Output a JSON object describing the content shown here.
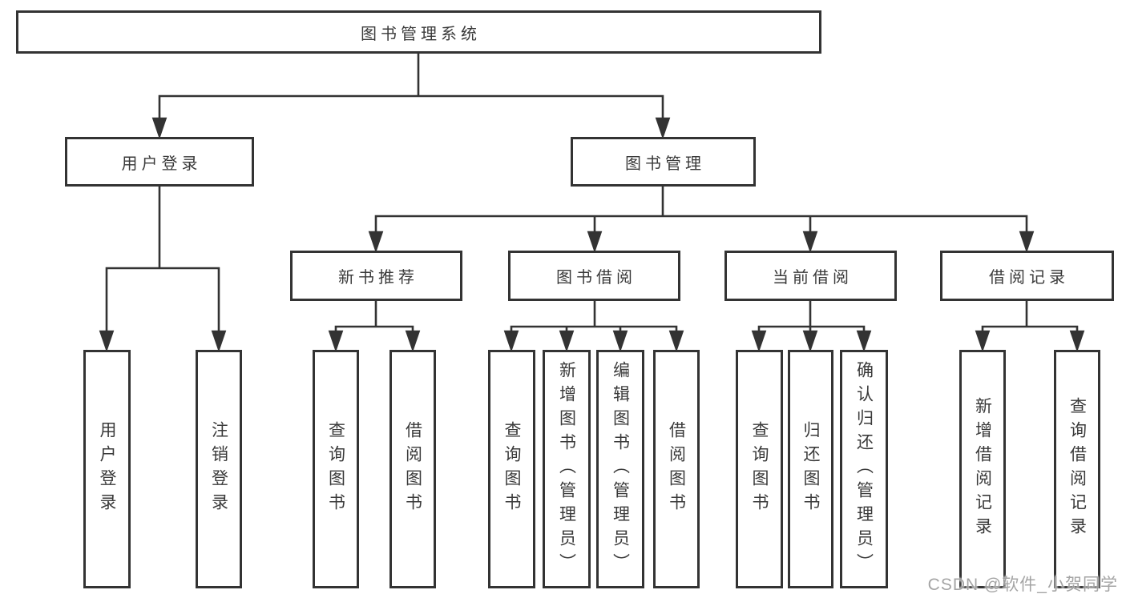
{
  "title": "图书管理系统",
  "level2": [
    "用户登录",
    "图书管理"
  ],
  "level3": [
    "新书推荐",
    "图书借阅",
    "当前借阅",
    "借阅记录"
  ],
  "leaves": {
    "user_login": [
      "用户登录",
      "注销登录"
    ],
    "new_book_recommend": [
      "查询图书",
      "借阅图书"
    ],
    "book_borrow": [
      "查询图书",
      "新增图书（管理员）",
      "编辑图书（管理员）",
      "借阅图书"
    ],
    "current_borrow": [
      "查询图书",
      "归还图书",
      "确认归还（管理员）"
    ],
    "borrow_records": [
      "新增借阅记录",
      "查询借阅记录"
    ]
  },
  "watermark": "CSDN @软件_小贺同学",
  "colors": {
    "line": "#333333",
    "text": "#3a3a3a",
    "background": "#ffffff",
    "watermark": "#949494"
  }
}
